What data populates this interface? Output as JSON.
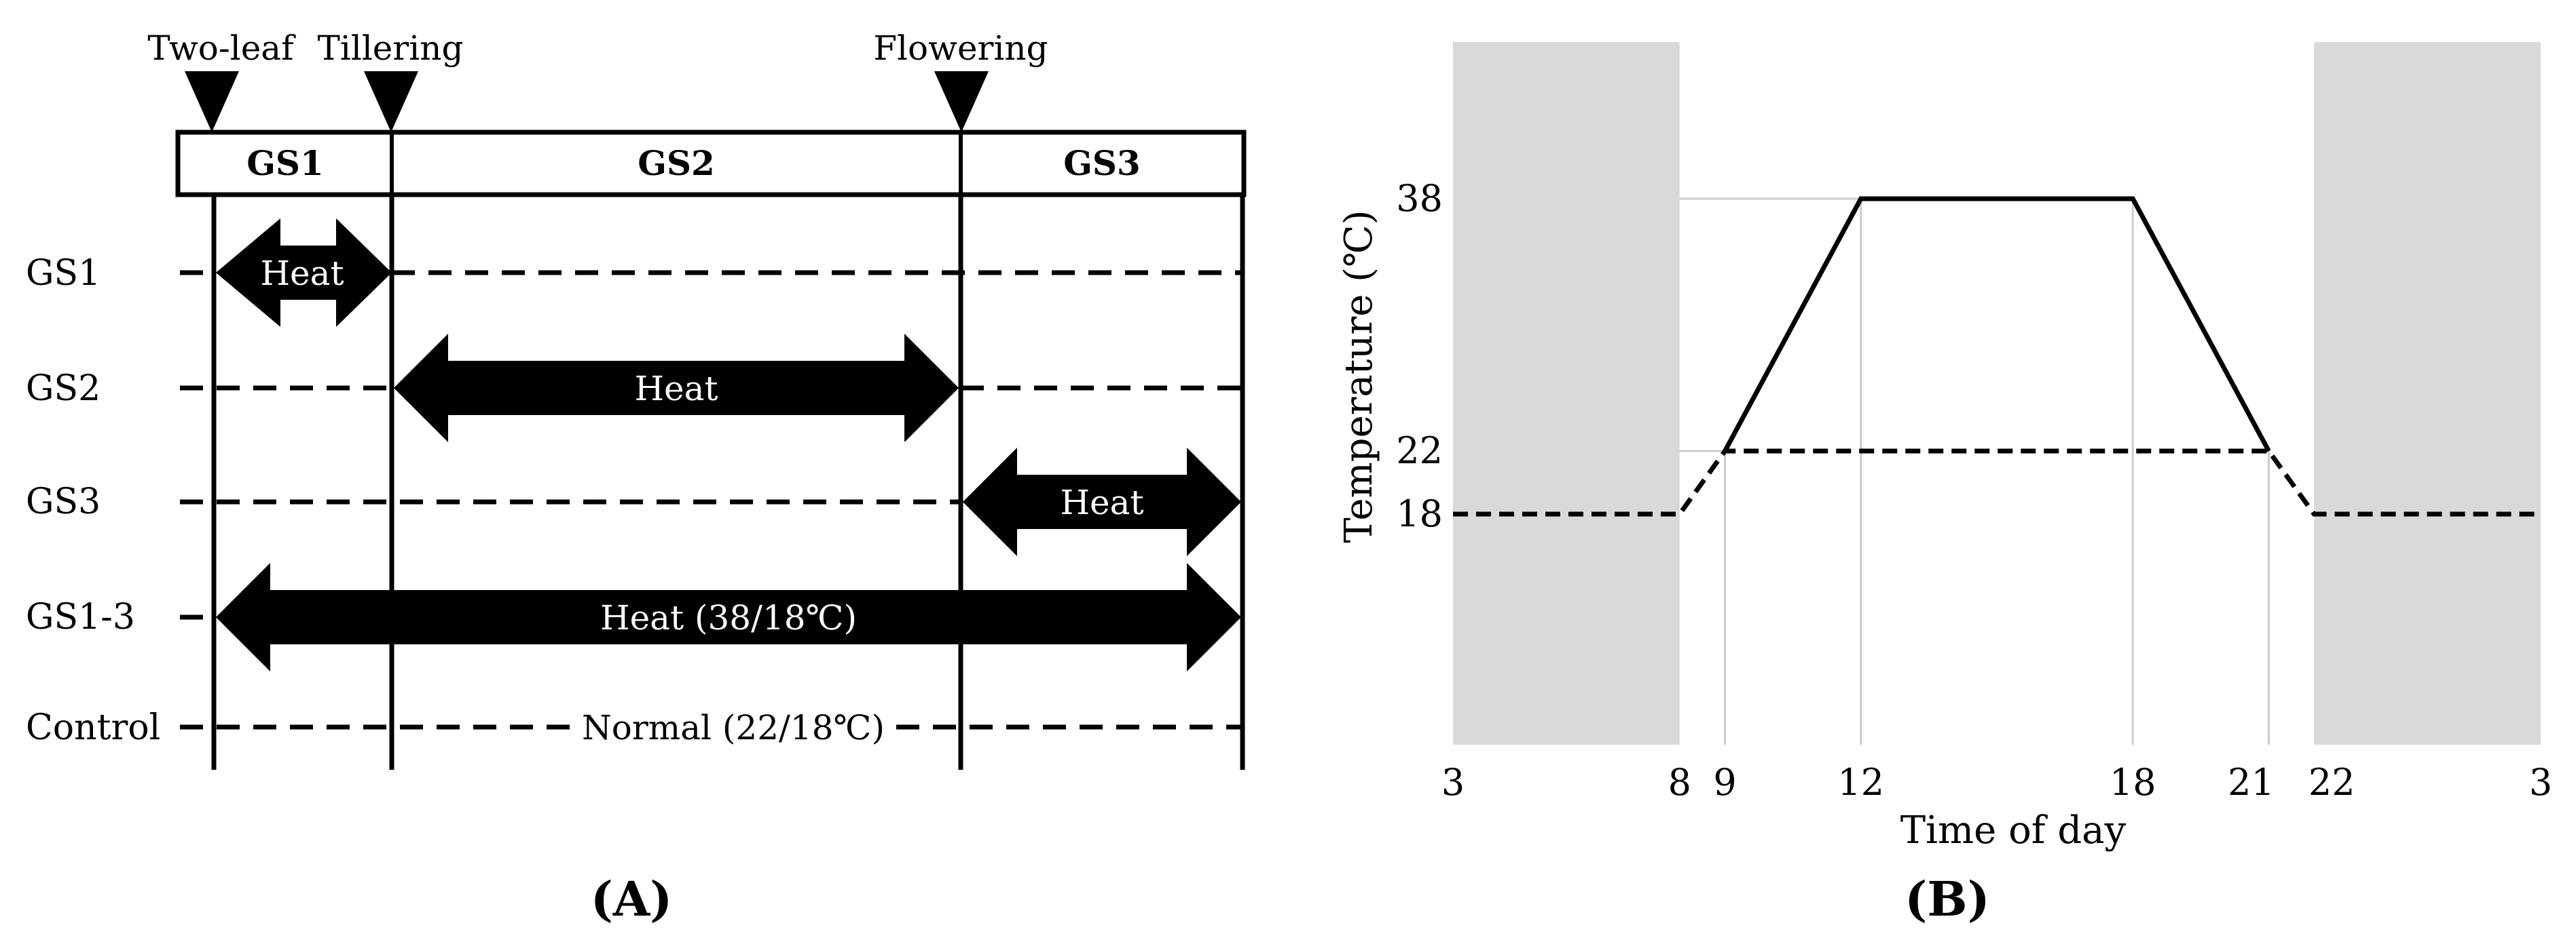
{
  "panel_a": {
    "label": "(A)",
    "stages": [
      "Two-leaf",
      "Tillering",
      "Flowering"
    ],
    "gs_headers": [
      "GS1",
      "GS2",
      "GS3"
    ],
    "rows": [
      {
        "label": "GS1",
        "arrow_text": "Heat"
      },
      {
        "label": "GS2",
        "arrow_text": "Heat"
      },
      {
        "label": "GS3",
        "arrow_text": "Heat"
      },
      {
        "label": "GS1-3",
        "arrow_text": "Heat (38/18℃)"
      },
      {
        "label": "Control",
        "arrow_text": "Normal (22/18℃)"
      }
    ]
  },
  "panel_b": {
    "label": "(B)",
    "chart_data": {
      "type": "line",
      "xlabel": "Time of day",
      "ylabel": "Temperature (℃)",
      "x_ticks": [
        "3",
        "8",
        "9",
        "12",
        "18",
        "21",
        "22",
        "3"
      ],
      "y_ticks": [
        "18",
        "22",
        "38"
      ],
      "dark_periods": [
        [
          "3",
          "8"
        ],
        [
          "22",
          "3"
        ]
      ],
      "series": [
        {
          "style": "solid",
          "x": [
            9,
            12,
            18,
            21
          ],
          "y": [
            22,
            38,
            38,
            22
          ]
        },
        {
          "style": "dashed",
          "x": [
            3,
            8,
            9,
            21,
            22,
            27
          ],
          "y": [
            18,
            18,
            22,
            22,
            18,
            18
          ]
        }
      ]
    }
  }
}
